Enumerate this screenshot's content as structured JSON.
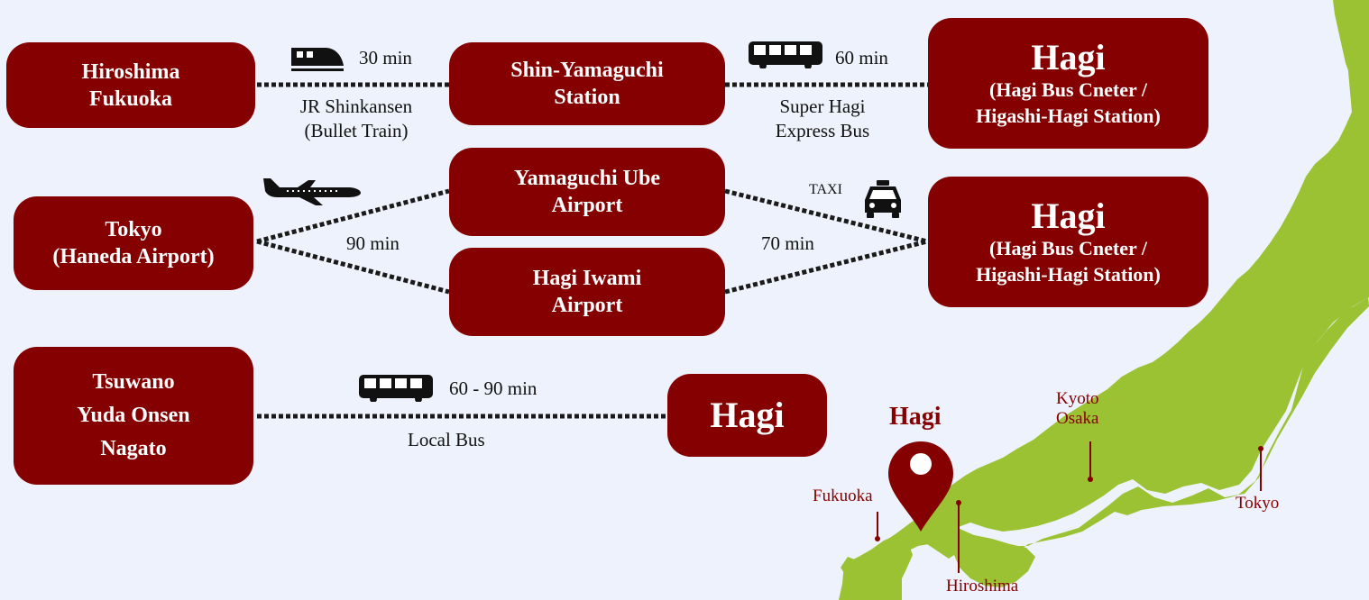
{
  "routes": {
    "row1": {
      "origin": [
        "Hiroshima",
        "Fukuoka"
      ],
      "hub": [
        "Shin-Yamaguchi",
        "Station"
      ],
      "dest": {
        "title": "Hagi",
        "sub": [
          "(Hagi Bus Cneter /",
          "Higashi-Hagi Station)"
        ]
      },
      "leg1": {
        "time": "30 min",
        "mode": [
          "JR Shinkansen",
          "(Bullet Train)"
        ],
        "icon": "bullet-train-icon"
      },
      "leg2": {
        "time": "60 min",
        "mode": [
          "Super Hagi",
          "Express Bus"
        ],
        "icon": "bus-icon"
      }
    },
    "row2": {
      "origin": [
        "Tokyo",
        "(Haneda Airport)"
      ],
      "hub_a": [
        "Yamaguchi Ube",
        "Airport"
      ],
      "hub_b": [
        "Hagi Iwami",
        "Airport"
      ],
      "dest": {
        "title": "Hagi",
        "sub": [
          "(Hagi Bus Cneter /",
          "Higashi-Hagi Station)"
        ]
      },
      "leg1": {
        "time": "90 min",
        "icon": "airplane-icon"
      },
      "leg2": {
        "time": "70 min",
        "mode": "TAXI",
        "icon": "taxi-icon"
      }
    },
    "row3": {
      "origin": [
        "Tsuwano",
        "Yuda Onsen",
        "Nagato"
      ],
      "dest": "Hagi",
      "leg": {
        "time": "60 - 90 min",
        "mode": "Local Bus",
        "icon": "bus-icon"
      }
    }
  },
  "map": {
    "marker_label": "Hagi",
    "marker_icon": "location-pin-icon",
    "cities": {
      "fukuoka": "Fukuoka",
      "hiroshima": "Hiroshima",
      "kyoto_osaka": [
        "Kyoto",
        "Osaka"
      ],
      "tokyo": "Tokyo"
    },
    "land_color": "#9ac232",
    "accent_color": "#850000"
  },
  "colors": {
    "background": "#eef2fc",
    "node_fill": "#850000",
    "connector": "#1a1a1a"
  }
}
